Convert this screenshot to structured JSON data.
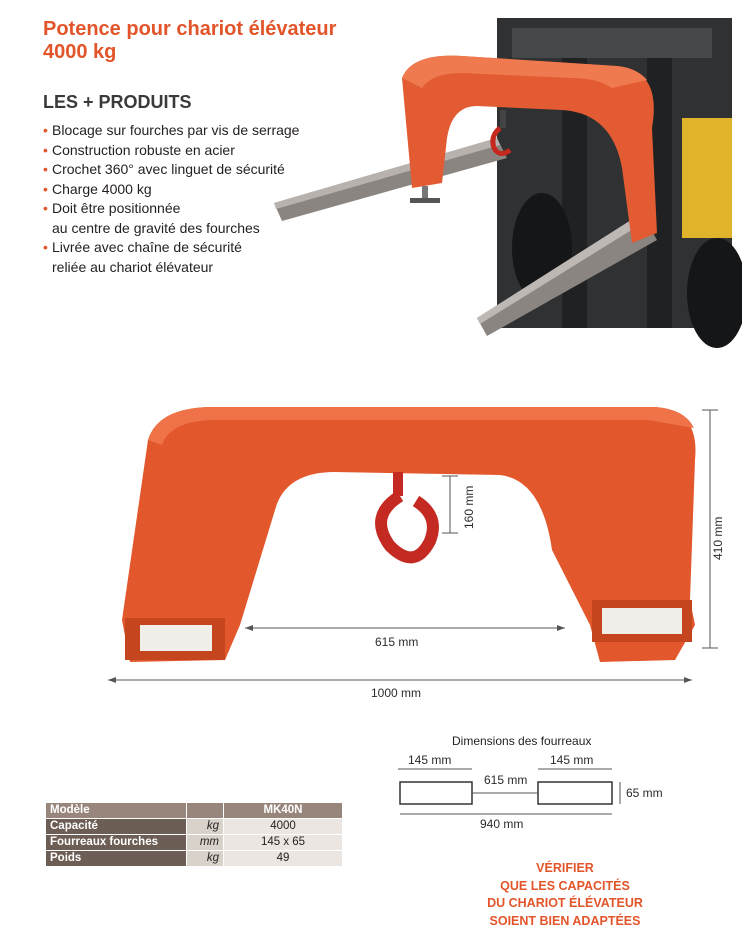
{
  "header": {
    "title_line1": "Potence pour chariot élévateur",
    "title_line2": "4000 kg",
    "subtitle": "LES + PRODUITS"
  },
  "features": [
    {
      "line1": "Blocage sur fourches par vis de serrage",
      "line2": ""
    },
    {
      "line1": "Construction robuste en acier",
      "line2": ""
    },
    {
      "line1": "Crochet 360° avec linguet de sécurité",
      "line2": ""
    },
    {
      "line1": "Charge 4000 kg",
      "line2": ""
    },
    {
      "line1": "Doit être positionnée",
      "line2": "au centre de gravité des fourches"
    },
    {
      "line1": "Livrée avec chaîne de sécurité",
      "line2": "reliée au chariot élévateur"
    }
  ],
  "drawing": {
    "hook_height": "160 mm",
    "height": "410 mm",
    "inner_width": "615 mm",
    "total_width": "1000 mm"
  },
  "sleeves": {
    "title": "Dimensions des fourreaux",
    "left_width": "145 mm",
    "right_width": "145 mm",
    "gap": "615 mm",
    "height": "65 mm",
    "total": "940 mm"
  },
  "spec_table": {
    "header": {
      "label": "Modèle",
      "unit": "",
      "value": "MK40N"
    },
    "rows": [
      {
        "label": "Capacité",
        "unit": "kg",
        "value": "4000"
      },
      {
        "label": "Fourreaux fourches",
        "unit": "mm",
        "value": "145 x 65"
      },
      {
        "label": "Poids",
        "unit": "kg",
        "value": "49"
      }
    ]
  },
  "warning": {
    "line1": "VÉRIFIER",
    "line2": "QUE LES CAPACITÉS",
    "line3": "DU CHARIOT ÉLÉVATEUR",
    "line4": "SOIENT BIEN ADAPTÉES"
  },
  "colors": {
    "accent": "#e2552a",
    "product_orange": "#e8643a",
    "table_dark": "#6c5d55",
    "table_header": "#98867d"
  }
}
